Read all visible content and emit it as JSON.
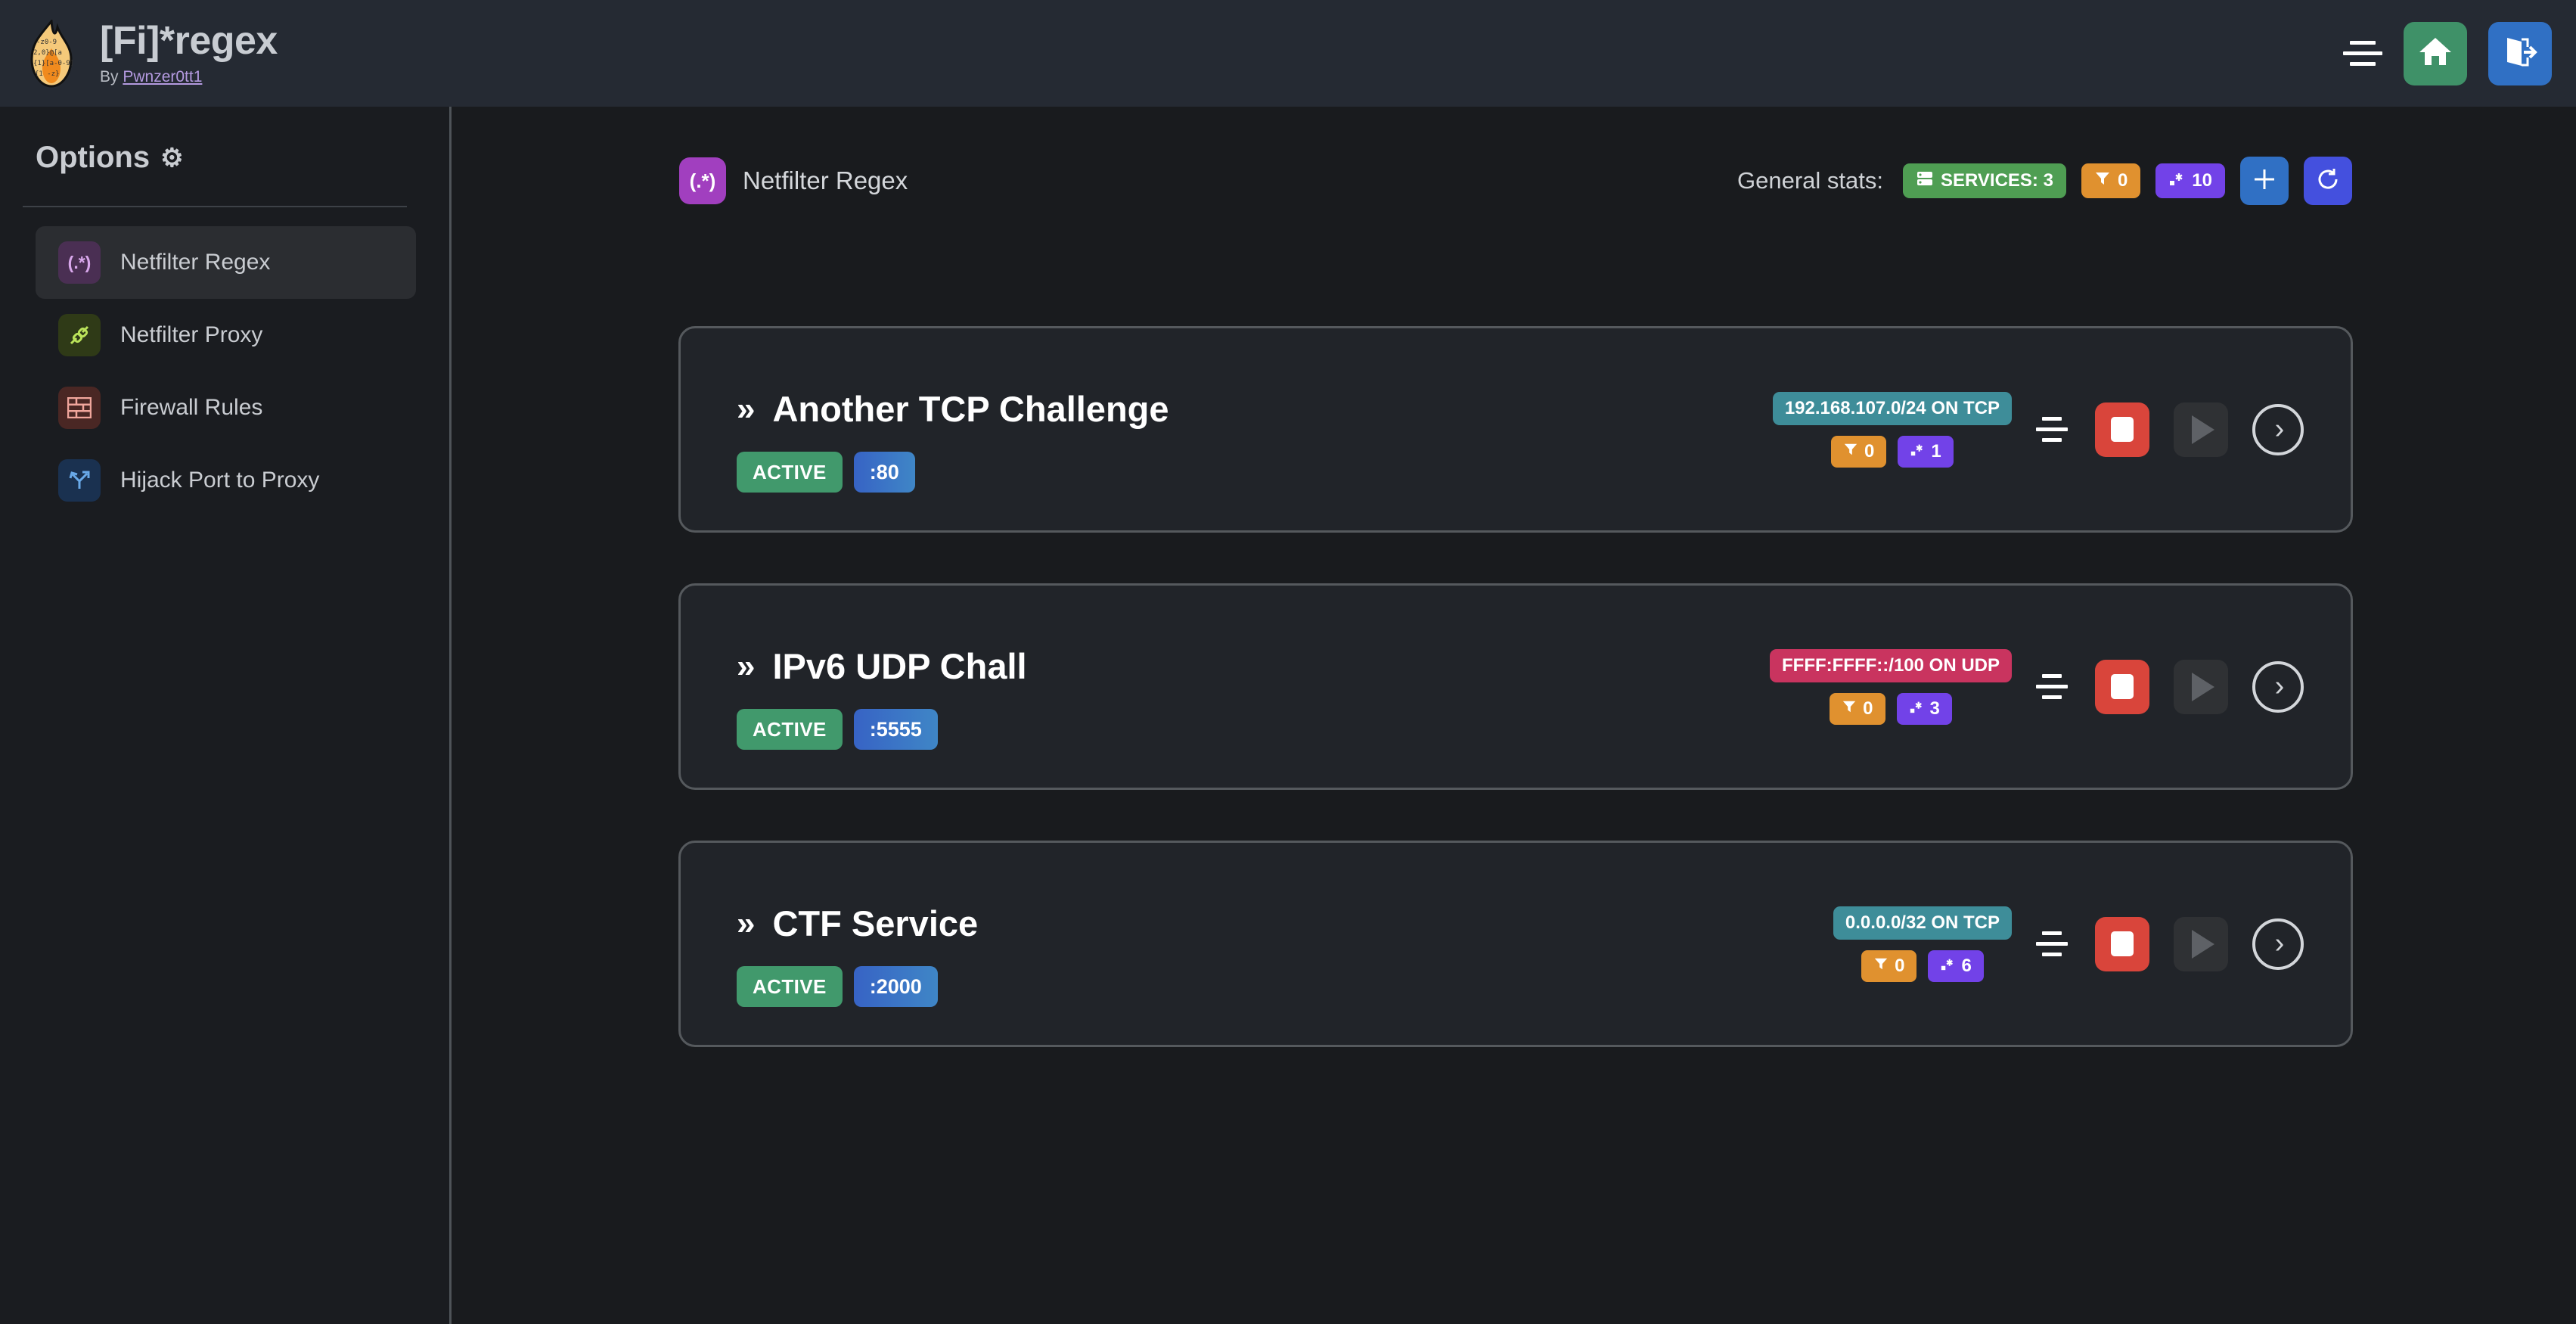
{
  "header": {
    "app_title": "[Fi]*regex",
    "by_prefix": "By ",
    "author": "Pwnzer0tt1",
    "logo_icon": "flame-icon",
    "menu_icon": "hamburger-icon",
    "home_icon": "home-icon",
    "logout_icon": "logout-icon"
  },
  "sidebar": {
    "title": "Options",
    "gear_icon": "gear-icon",
    "items": [
      {
        "label": "Netfilter Regex",
        "icon": "regex-icon",
        "glyph": "(.*)",
        "active": true
      },
      {
        "label": "Netfilter Proxy",
        "icon": "proxy-icon",
        "glyph": "⧉",
        "active": false
      },
      {
        "label": "Firewall Rules",
        "icon": "brick-wall-icon",
        "glyph": "▓",
        "active": false
      },
      {
        "label": "Hijack Port to Proxy",
        "icon": "fork-arrow-icon",
        "glyph": "⇋",
        "active": false
      }
    ]
  },
  "main": {
    "page_icon": "regex-icon",
    "page_icon_glyph": "(.*)",
    "page_title": "Netfilter Regex",
    "stats": {
      "label": "General stats:",
      "services_icon": "server-icon",
      "services_text": "SERVICES: 3",
      "filters_icon": "filter-icon",
      "filters_count": "0",
      "regex_icon": "regex-small-icon",
      "regex_count": "10",
      "add_icon": "plus-icon",
      "refresh_icon": "refresh-icon"
    },
    "services": [
      {
        "chevron": "»",
        "name": "Another TCP Challenge",
        "status": "ACTIVE",
        "port": ":80",
        "network": "192.168.107.0/24 ON TCP",
        "network_type": "tcp",
        "filters_count": "0",
        "regex_count": "1",
        "drag_icon": "drag-handle-icon",
        "stop_icon": "stop-icon",
        "play_icon": "play-icon",
        "go_icon": "chevron-right-icon"
      },
      {
        "chevron": "»",
        "name": "IPv6 UDP Chall",
        "status": "ACTIVE",
        "port": ":5555",
        "network": "FFFF:FFFF::/100 ON UDP",
        "network_type": "udp",
        "filters_count": "0",
        "regex_count": "3",
        "drag_icon": "drag-handle-icon",
        "stop_icon": "stop-icon",
        "play_icon": "play-icon",
        "go_icon": "chevron-right-icon"
      },
      {
        "chevron": "»",
        "name": "CTF Service",
        "status": "ACTIVE",
        "port": ":2000",
        "network": "0.0.0.0/32 ON TCP",
        "network_type": "tcp",
        "filters_count": "0",
        "regex_count": "6",
        "drag_icon": "drag-handle-icon",
        "stop_icon": "stop-icon",
        "play_icon": "play-icon",
        "go_icon": "chevron-right-icon"
      }
    ]
  },
  "colors": {
    "header_bg": "#252a33",
    "page_bg": "#191b1e",
    "sidebar_bg": "#1a1c20",
    "card_bg": "#212429",
    "card_border": "#55595d",
    "accent_green": "#41996c",
    "accent_red": "#d9453b",
    "accent_blue": "#3070c4",
    "accent_purple": "#7242e8",
    "accent_orange": "#e0912f",
    "accent_teal": "#3e8d99",
    "accent_pink": "#c9345f"
  }
}
